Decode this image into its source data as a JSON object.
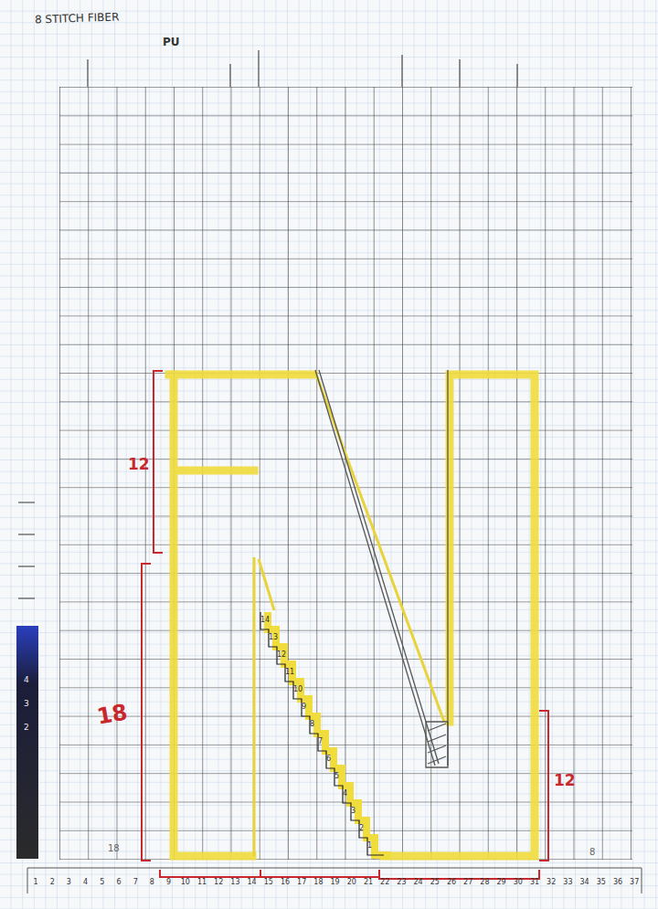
{
  "diagram": {
    "title": "8 STITCH FIBER",
    "labels": [
      "PU",
      "12",
      "18",
      "12",
      "18",
      "8",
      "1",
      "2",
      "3",
      "4",
      "5",
      "6",
      "7",
      "8",
      "9",
      "10",
      "11",
      "12",
      "13",
      "14",
      "15",
      "16",
      "17",
      "18",
      "19",
      "20",
      "21",
      "22",
      "23",
      "24",
      "25",
      "26",
      "27",
      "28",
      "29",
      "30",
      "31",
      "32",
      "33",
      "34",
      "35",
      "36",
      "37",
      "14",
      "13",
      "12",
      "11",
      "10",
      "9",
      "8",
      "7",
      "6",
      "5",
      "4",
      "3",
      "2",
      "1",
      "4",
      "3",
      "2"
    ]
  }
}
